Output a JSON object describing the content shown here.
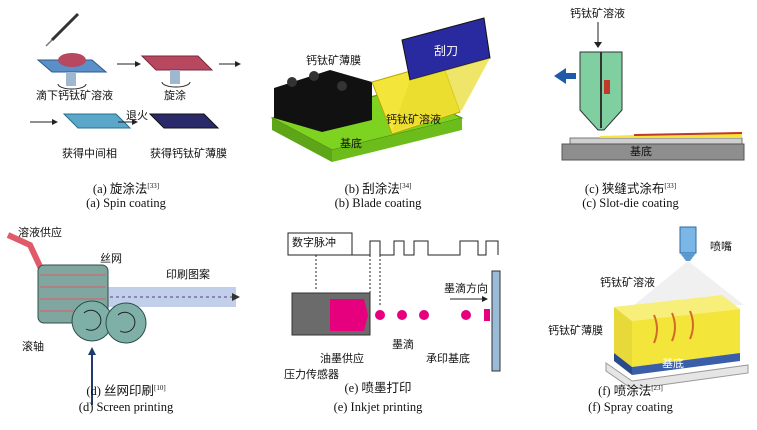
{
  "panels": {
    "a": {
      "labels": {
        "drop": "滴下钙钛矿溶液",
        "spin": "旋涂",
        "anneal": "退火",
        "intermediate": "获得中间相",
        "film": "获得钙钛矿薄膜"
      },
      "caption_cn": "(a) 旋涂法",
      "caption_ref": "[33]",
      "caption_en": "(a) Spin coating"
    },
    "b": {
      "labels": {
        "film": "钙钛矿薄膜",
        "blade": "刮刀",
        "solution": "钙钛矿溶液",
        "substrate": "基底"
      },
      "caption_cn": "(b) 刮涂法",
      "caption_ref": "[34]",
      "caption_en": "(b) Blade coating"
    },
    "c": {
      "labels": {
        "solution": "钙钛矿溶液",
        "substrate": "基底"
      },
      "caption_cn": "(c) 狭缝式涂布",
      "caption_ref": "[33]",
      "caption_en": "(c) Slot-die coating"
    },
    "d": {
      "labels": {
        "supply": "溶液供应",
        "screen": "丝网",
        "pattern": "印刷图案",
        "roller": "滚轴"
      },
      "caption_cn": "(d) 丝网印刷",
      "caption_ref": "[10]",
      "caption_en": "(d) Screen printing"
    },
    "e": {
      "labels": {
        "pulse": "数字脉冲",
        "direction": "墨滴方向",
        "droplet": "墨滴",
        "ink_supply": "油墨供应",
        "substrate": "承印基底",
        "sensor": "压力传感器"
      },
      "caption_cn": "(e) 喷墨打印",
      "caption_en": "(e) Inkjet printing"
    },
    "f": {
      "labels": {
        "nozzle": "喷嘴",
        "solution": "钙钛矿溶液",
        "film": "钙钛矿薄膜",
        "substrate": "基底"
      },
      "caption_cn": "(f) 喷涂法",
      "caption_ref": "[23]",
      "caption_en": "(f) Spray coating"
    }
  },
  "colors": {
    "blue_plate": "#5b8fc7",
    "red_film": "#b7485f",
    "navy_film": "#2a2a6b",
    "yellow": "#f3e53a",
    "green": "#7ed321",
    "magenta": "#e6007e",
    "slot_green": "#7fcfa1"
  }
}
